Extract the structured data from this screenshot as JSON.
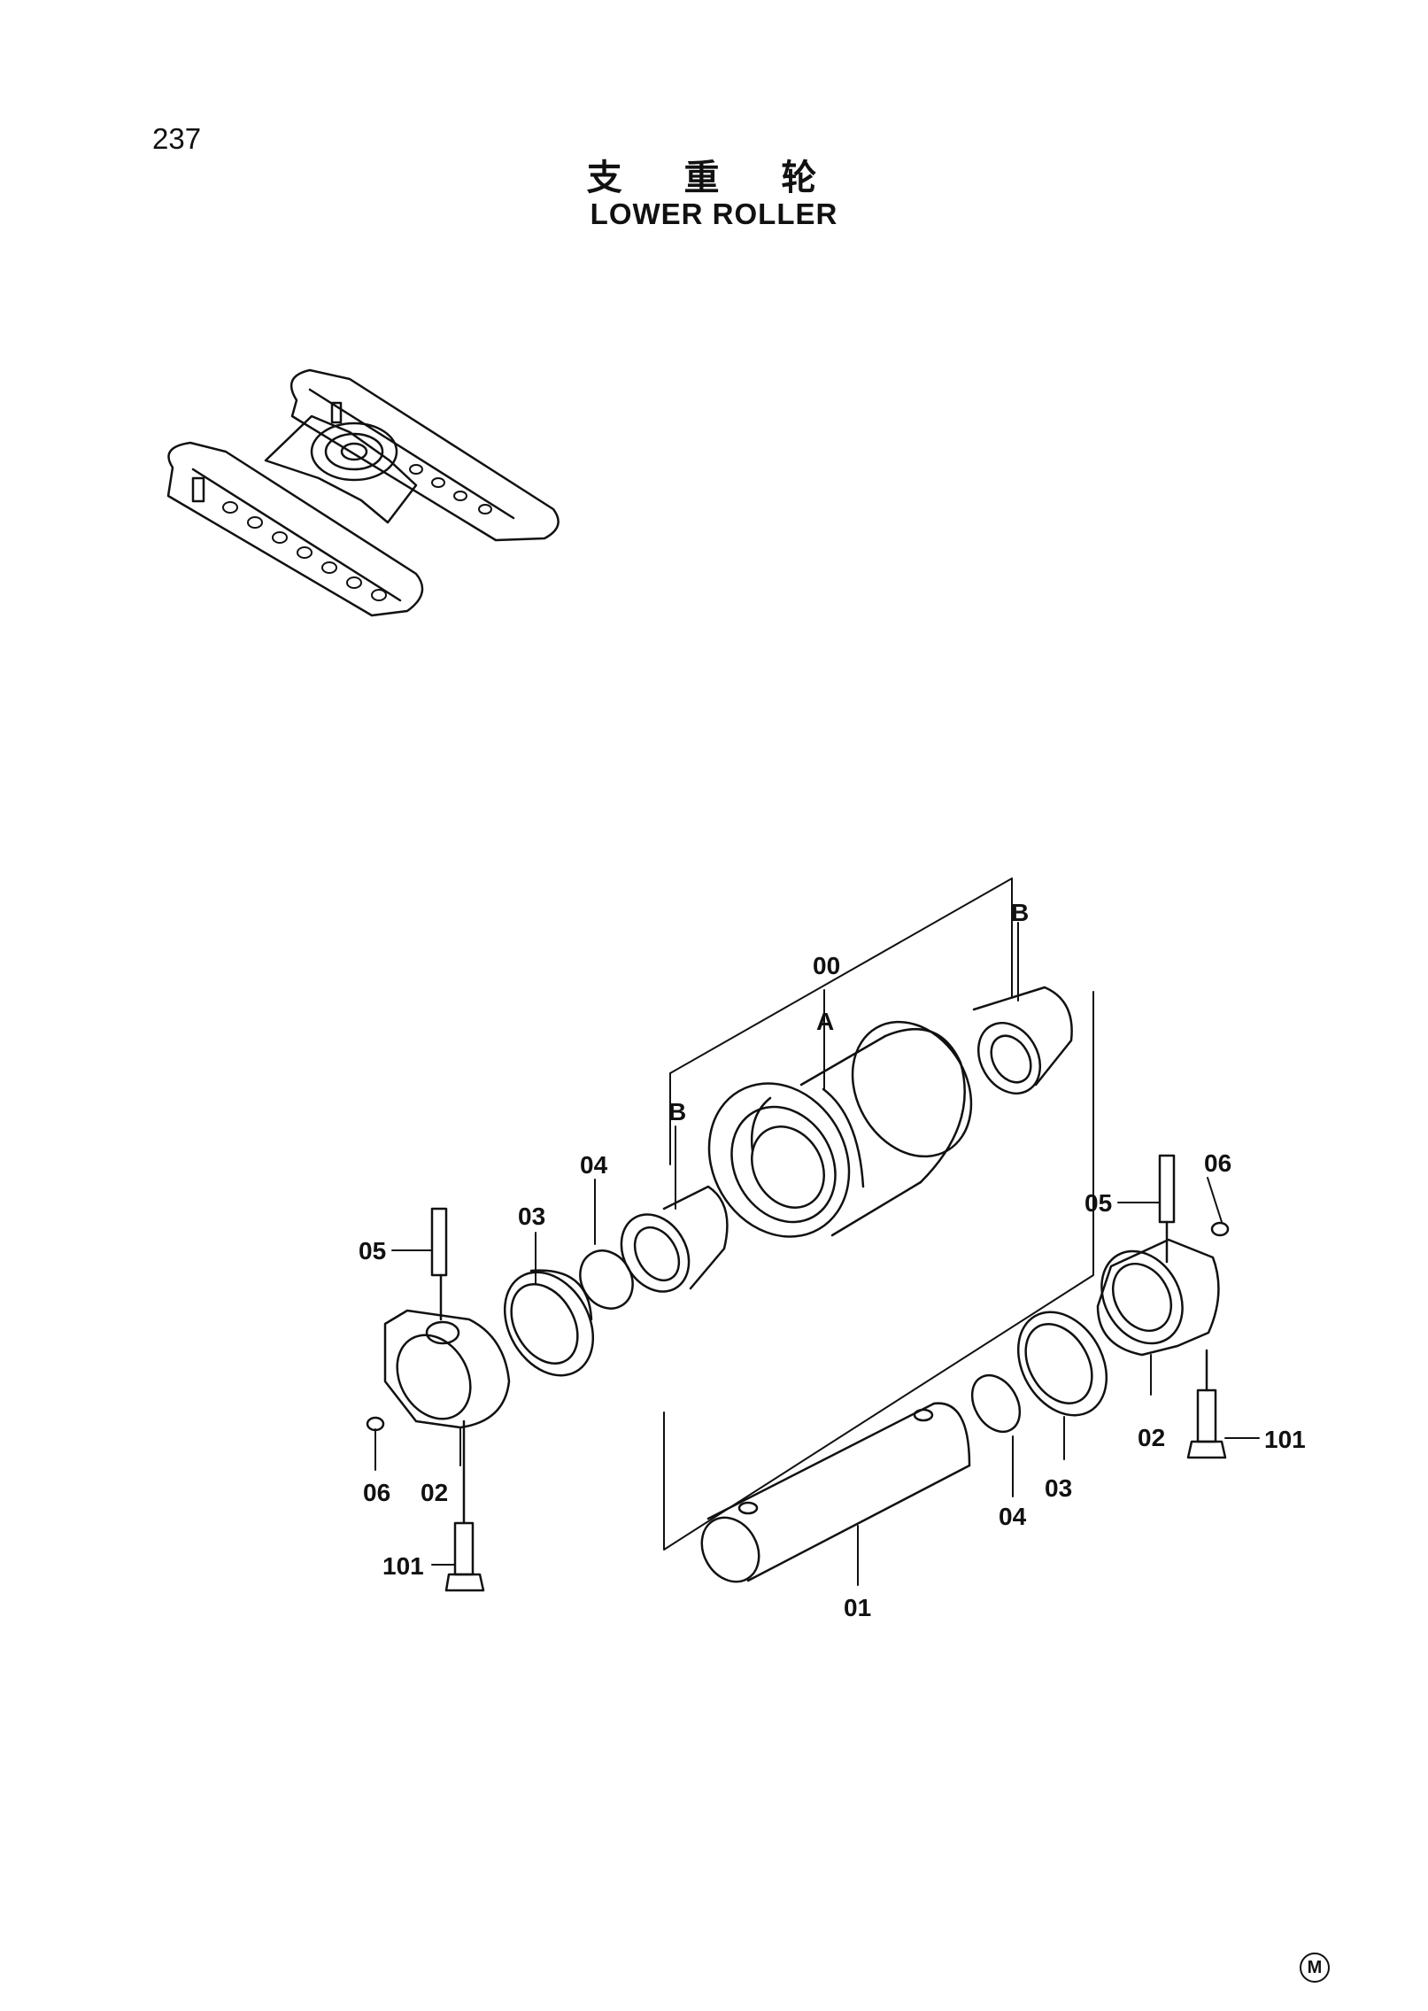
{
  "page_number": "237",
  "title_zh": "支 重 轮",
  "title_en": "LOWER ROLLER",
  "callouts": {
    "c00": "00",
    "cA": "A",
    "cB_top": "B",
    "cB_left": "B",
    "c01": "01",
    "c02_left": "02",
    "c02_right": "02",
    "c03_left": "03",
    "c03_right": "03",
    "c04_left": "04",
    "c04_right": "04",
    "c05_left": "05",
    "c05_right": "05",
    "c06_left": "06",
    "c06_right": "06",
    "c101_left": "101",
    "c101_right": "101"
  },
  "maker_mark": "M"
}
